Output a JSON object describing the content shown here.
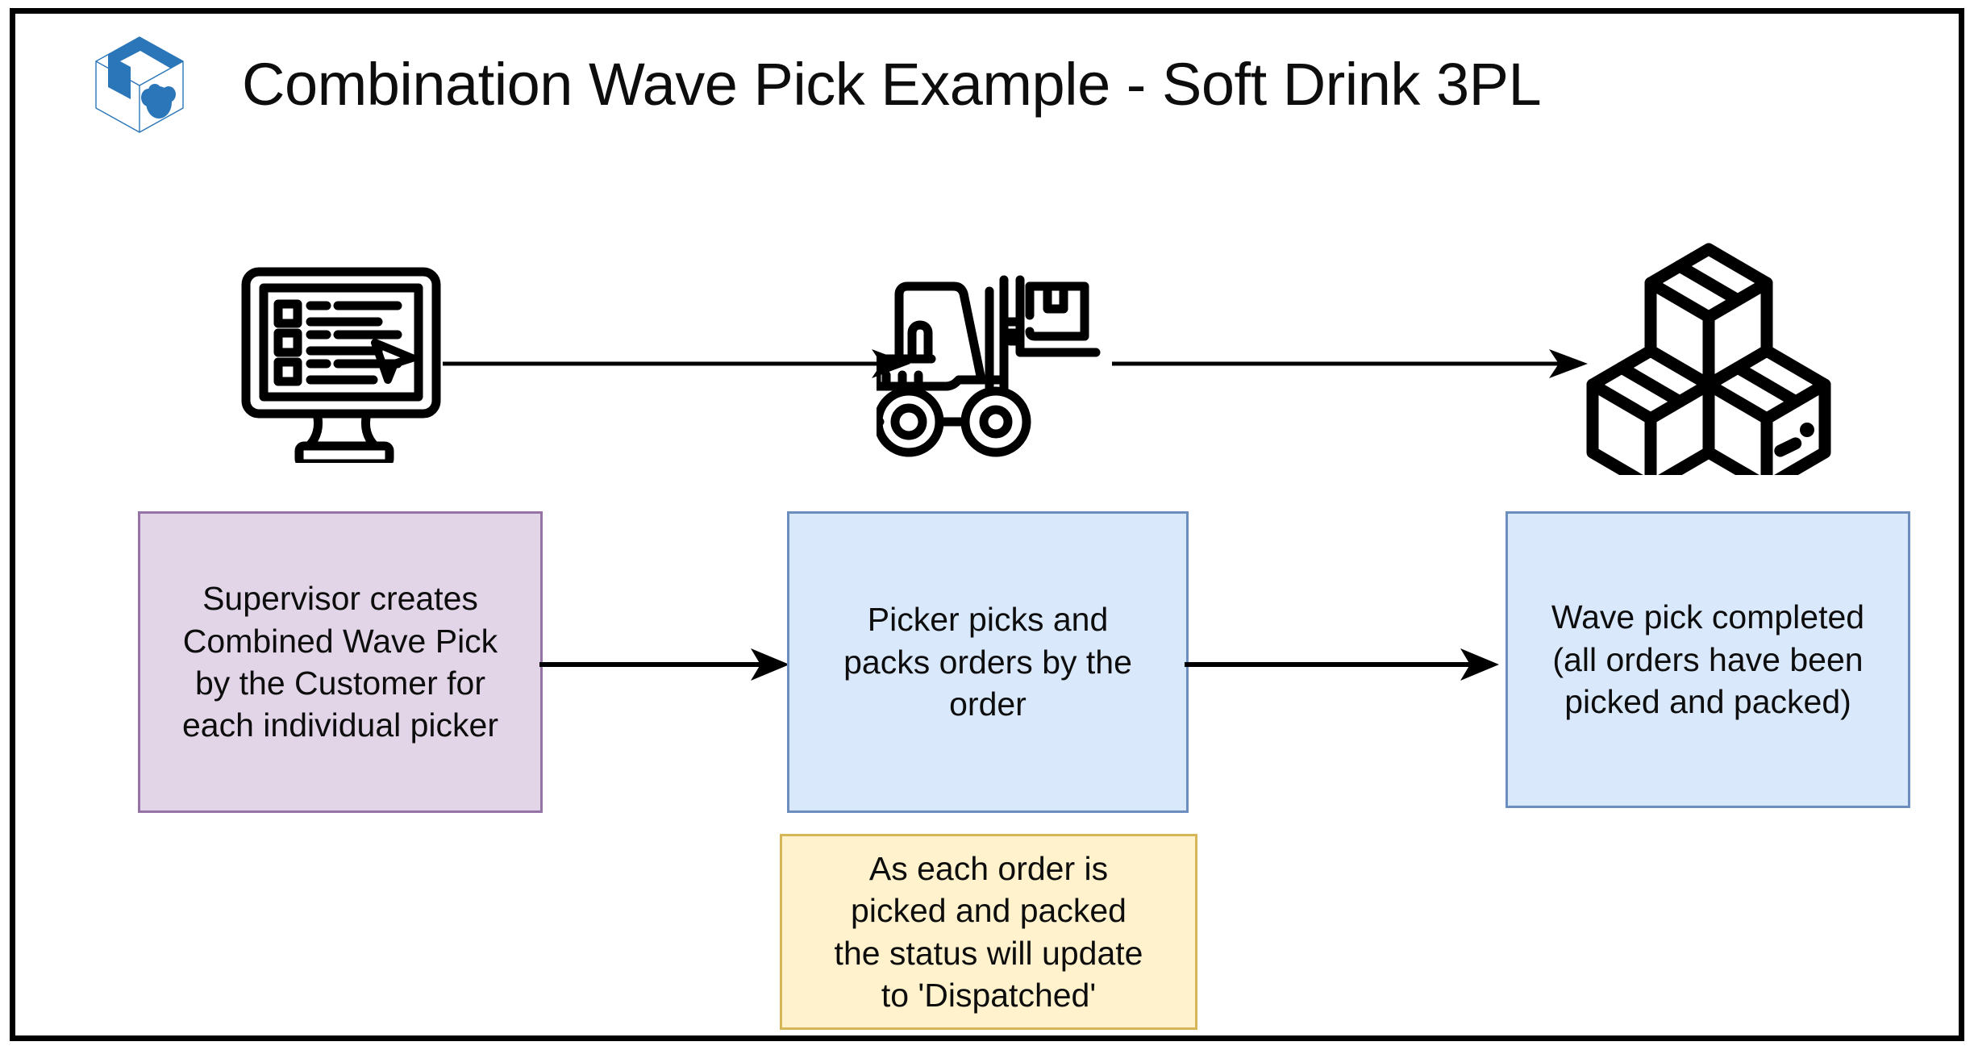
{
  "header": {
    "title": "Combination Wave Pick Example - Soft Drink 3PL",
    "logo_icon": "isometric-package-box-icon"
  },
  "colors": {
    "frame_border": "#000000",
    "background": "#ffffff",
    "purple_fill": "#e1d5e7",
    "purple_border": "#9673a6",
    "blue_fill": "#dae8fc",
    "blue_border": "#6c8ebf",
    "yellow_fill": "#fff2cc",
    "yellow_border": "#d6b656",
    "logo_blue": "#2a76b9",
    "icon_stroke": "#000000",
    "text": "#0d0d0d"
  },
  "icons": [
    {
      "name": "monitor-checklist-cursor-icon",
      "label": "computer monitor with checklist and pointer"
    },
    {
      "name": "forklift-with-box-icon",
      "label": "forklift carrying a package"
    },
    {
      "name": "stacked-boxes-icon",
      "label": "three stacked isometric boxes"
    }
  ],
  "arrows": [
    {
      "name": "arrow-monitor-to-forklift",
      "from": "monitor-checklist-cursor-icon",
      "to": "forklift-with-box-icon"
    },
    {
      "name": "arrow-forklift-to-boxes",
      "from": "forklift-with-box-icon",
      "to": "stacked-boxes-icon"
    },
    {
      "name": "arrow-supervisor-to-picker",
      "from": "box-supervisor",
      "to": "box-picker"
    },
    {
      "name": "arrow-picker-to-completed",
      "from": "box-picker",
      "to": "box-completed"
    }
  ],
  "flow": {
    "steps": [
      {
        "id": "supervisor",
        "text": "Supervisor creates\nCombined Wave Pick\nby the Customer for\neach individual picker",
        "fill": "#e1d5e7",
        "border": "#9673a6"
      },
      {
        "id": "picker",
        "text": "Picker picks and\npacks orders by the\norder",
        "fill": "#dae8fc",
        "border": "#6c8ebf"
      },
      {
        "id": "completed",
        "text": "Wave pick completed\n(all orders have been\npicked and packed)",
        "fill": "#dae8fc",
        "border": "#6c8ebf"
      }
    ],
    "note": {
      "id": "status-note",
      "text": "As each order is\npicked and packed\nthe status will update\nto 'Dispatched'",
      "fill": "#fff2cc",
      "border": "#d6b656"
    }
  }
}
